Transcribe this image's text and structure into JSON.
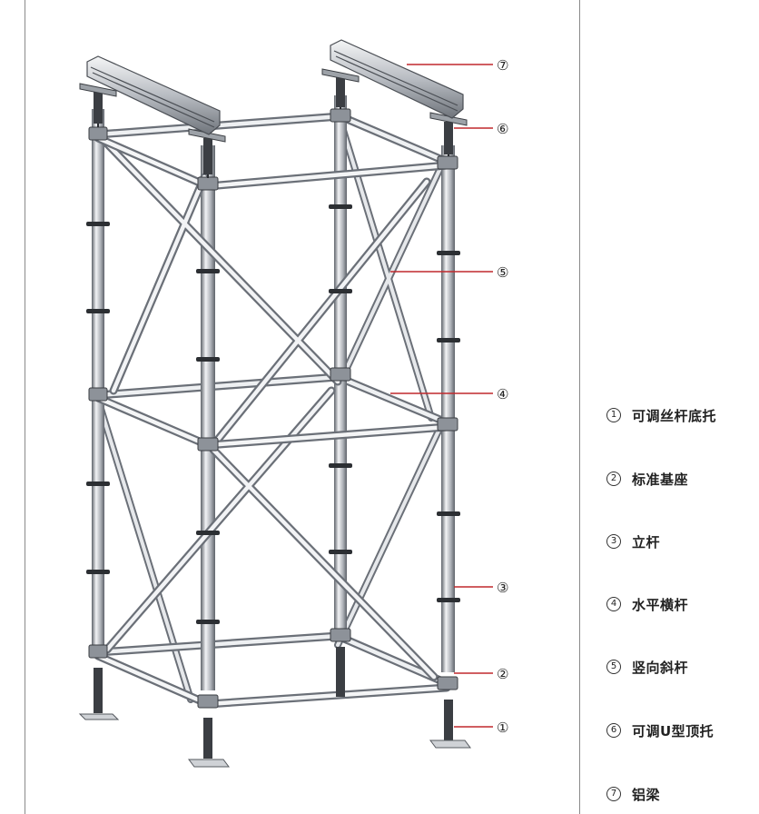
{
  "callout_color": "#c0282d",
  "callouts": [
    {
      "num": "⑦",
      "label": "铝梁"
    },
    {
      "num": "⑥",
      "label": "可调U型顶托"
    },
    {
      "num": "⑤",
      "label": "竖向斜杆"
    },
    {
      "num": "④",
      "label": "水平横杆"
    },
    {
      "num": "③",
      "label": "立杆"
    },
    {
      "num": "②",
      "label": "标准基座"
    },
    {
      "num": "①",
      "label": "可调丝杆底托"
    }
  ],
  "legend": [
    {
      "num": "1",
      "label": "可调丝杆底托"
    },
    {
      "num": "2",
      "label": "标准基座"
    },
    {
      "num": "3",
      "label": "立杆"
    },
    {
      "num": "4",
      "label": "水平横杆"
    },
    {
      "num": "5",
      "label": "竖向斜杆"
    },
    {
      "num": "6",
      "label": "可调U型顶托"
    },
    {
      "num": "7",
      "label": "铝梁"
    }
  ]
}
